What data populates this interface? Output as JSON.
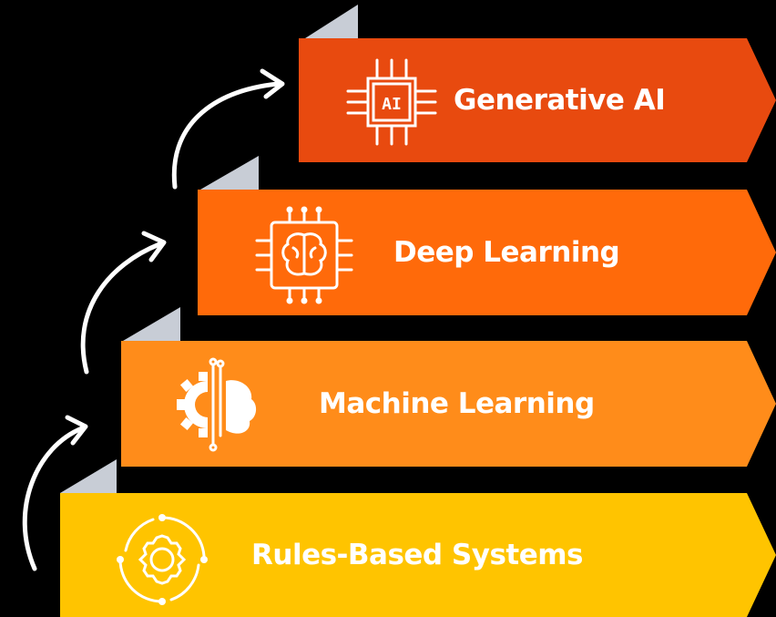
{
  "steps": [
    {
      "label": "Generative AI",
      "icon": "ai-chip-icon",
      "color": "#e84a0f"
    },
    {
      "label": "Deep Learning",
      "icon": "brain-chip-icon",
      "color": "#ff6a0a"
    },
    {
      "label": "Machine Learning",
      "icon": "gear-brain-circuit-icon",
      "color": "#ff8c1a"
    },
    {
      "label": "Rules-Based Systems",
      "icon": "gear-cycle-icon",
      "color": "#ffc400"
    }
  ],
  "chip_text": "AI",
  "colors": {
    "background": "#000000",
    "fold": "#c8cdd6",
    "arrow": "#ffffff"
  }
}
